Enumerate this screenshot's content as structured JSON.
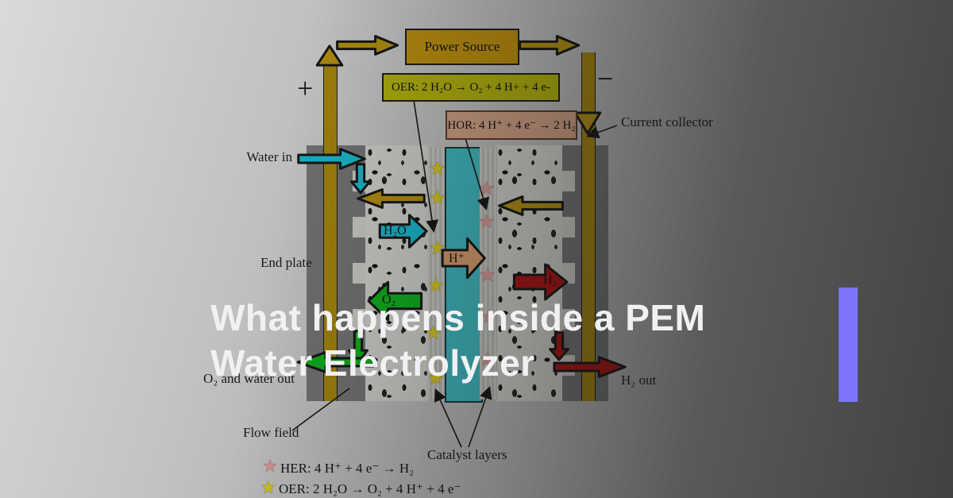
{
  "title": {
    "line1": "What happens inside a PEM",
    "line2": "Water Electrolyzer"
  },
  "icons": {
    "star": "★"
  },
  "colors": {
    "accent_bar": "#7c75fb",
    "membrane": "#3fbec6",
    "gold": "#b8920f",
    "collector_gold": "#a8880c",
    "cyan_arrow": "#17bdd3",
    "green_arrow": "#0db41c",
    "red_arrow": "#b01010",
    "proton_arrow": "#dca06e",
    "power_box": "#c1920c",
    "oer_box": "#b6b60a",
    "hor_box": "#d6a487",
    "star_yellow": "#ddd01a",
    "star_pink": "#e29c9c"
  },
  "diagram": {
    "power_source_label": "Power Source",
    "oer_equation": "OER: 2 H₂O → O₂ + 4 H+ + 4 e-",
    "hor_equation": "HOR: 4 H⁺ + 4 e⁻ → 2 H₂",
    "polarity": {
      "anode": "+",
      "cathode": "−"
    },
    "labels": {
      "water_in": "Water in",
      "end_plate": "End plate",
      "current_collector": "Current collector",
      "o2_water_out": "O₂ and water out",
      "h2_out": "H₂ out",
      "flow_field": "Flow field",
      "catalyst_layers": "Catalyst layers"
    },
    "arrow_labels": {
      "h2o": "H₂O",
      "h_plus": "H⁺",
      "o2": "O₂",
      "h2": "H₂"
    },
    "legend": [
      {
        "text": "HER: 4 H⁺ + 4 e⁻ → H₂"
      },
      {
        "text": "OER: 2 H₂O → O₂ + 4 H⁺ + 4 e⁻"
      }
    ]
  }
}
